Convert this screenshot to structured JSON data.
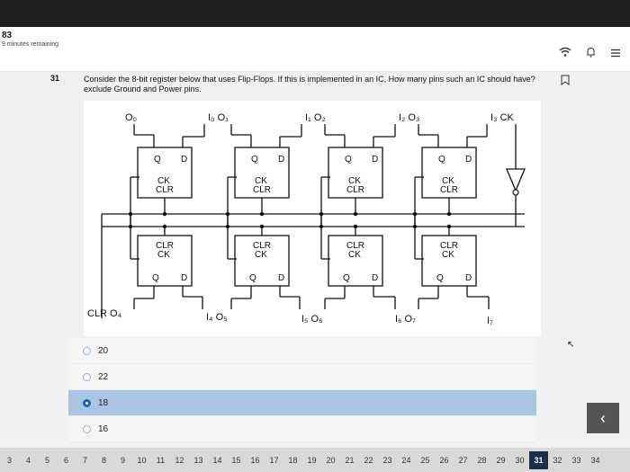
{
  "status": {
    "question_count": "83",
    "time_remaining": "9 minutes remaining"
  },
  "question": {
    "number": "31",
    "text": "Consider the 8-bit register below that uses Flip-Flops. If this is implemented in an IC, How many pins such an IC should have? exclude Ground and Power pins."
  },
  "diagram": {
    "top_labels": [
      "O₀",
      "I₀ O₁",
      "I₁ O₂",
      "I₂ O₃",
      "I₃ CK"
    ],
    "bottom_labels": [
      "CLR O₄",
      "I₄ O₅",
      "I₅ O₆",
      "I₆ O₇",
      "I₇"
    ],
    "ff_q": "Q",
    "ff_d": "D",
    "ff_ck": "CK",
    "ff_clr": "CLR"
  },
  "options": [
    {
      "label": "20",
      "selected": false
    },
    {
      "label": "22",
      "selected": false
    },
    {
      "label": "18",
      "selected": true
    },
    {
      "label": "16",
      "selected": false
    }
  ],
  "pager": {
    "pages": [
      "3",
      "4",
      "5",
      "6",
      "7",
      "8",
      "9",
      "10",
      "11",
      "12",
      "13",
      "14",
      "15",
      "16",
      "17",
      "18",
      "19",
      "20",
      "21",
      "22",
      "23",
      "24",
      "25",
      "26",
      "27",
      "28",
      "29",
      "30",
      "31",
      "32",
      "33",
      "34"
    ],
    "current": "31"
  },
  "icons": {
    "wifi": "wifi-icon",
    "bell": "bell-icon",
    "menu": "menu-icon",
    "flag": "flag-icon",
    "back": "chevron-left-icon"
  },
  "colors": {
    "selected_option": "#aac4e4",
    "radio_selected": "#1f5fb8",
    "pager_current": "#1a2f4d"
  }
}
